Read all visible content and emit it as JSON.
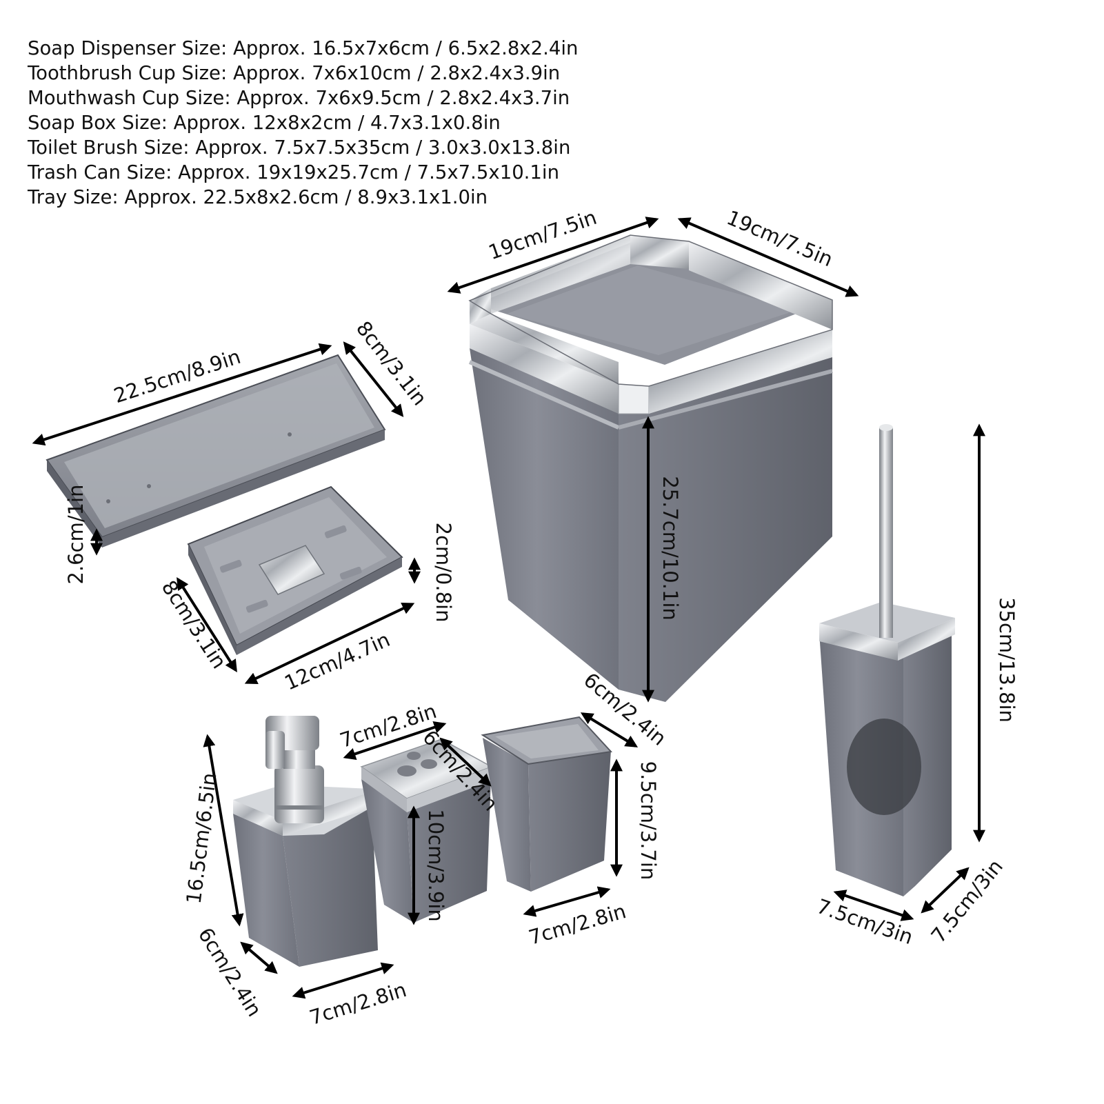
{
  "specs": [
    "Soap Dispenser Size: Approx. 16.5x7x6cm / 6.5x2.8x2.4in",
    "Toothbrush Cup Size: Approx. 7x6x10cm / 2.8x2.4x3.9in",
    "Mouthwash Cup Size: Approx. 7x6x9.5cm / 2.8x2.4x3.7in",
    "Soap Box Size: Approx. 12x8x2cm / 4.7x3.1x0.8in",
    "Toilet Brush Size: Approx. 7.5x7.5x35cm / 3.0x3.0x13.8in",
    "Trash Can Size: Approx. 19x19x25.7cm / 7.5x7.5x10.1in",
    "Tray Size: Approx. 22.5x8x2.6cm / 8.9x3.1x1.0in"
  ],
  "dimensions": {
    "trash_width": "19cm/7.5in",
    "trash_depth": "19cm/7.5in",
    "trash_height": "25.7cm/10.1in",
    "tray_length": "22.5cm/8.9in",
    "tray_width": "8cm/3.1in",
    "tray_height": "2.6cm/1in",
    "soapbox_depth": "8cm/3.1in",
    "soapbox_length": "12cm/4.7in",
    "soapbox_height": "2cm/0.8in",
    "toilet_brush_height": "35cm/13.8in",
    "toilet_brush_width": "7.5cm/3in",
    "toilet_brush_depth": "7.5cm/3in",
    "dispenser_height": "16.5cm/6.5in",
    "dispenser_depth": "6cm/2.4in",
    "dispenser_width": "7cm/2.8in",
    "toothbrush_cup_width": "7cm/2.8in",
    "toothbrush_cup_depth": "6cm/2.4in",
    "toothbrush_cup_height": "10cm/3.9in",
    "mouthwash_cup_depth": "6cm/2.4in",
    "mouthwash_cup_height": "9.5cm/3.7in",
    "mouthwash_cup_width": "7cm/2.8in"
  },
  "colors": {
    "body_grey": "#7c7f8a",
    "body_dark": "#5c5f69",
    "chrome": "#d9dbde",
    "chrome_dark": "#8f9399"
  }
}
